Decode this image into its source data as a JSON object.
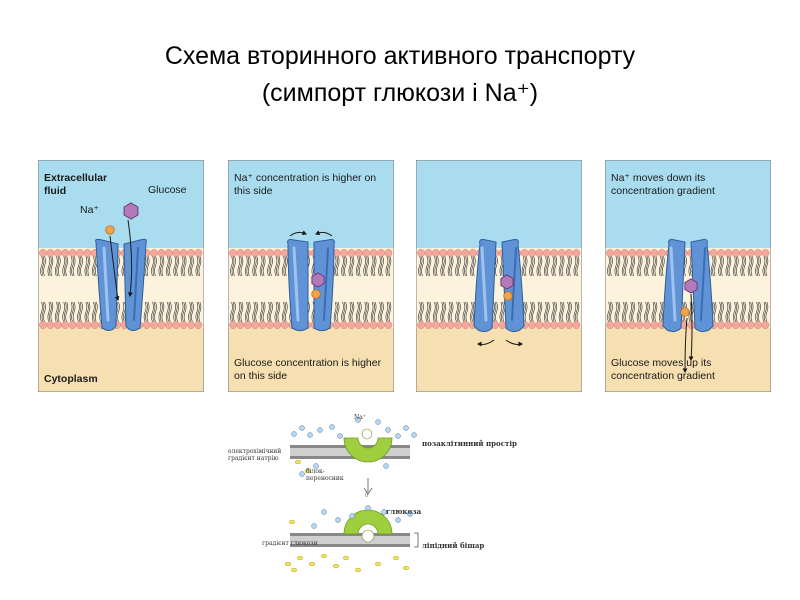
{
  "title": {
    "line1": "Схема вторинного активного транспорту",
    "line2": "(симпорт глюкози і Na⁺)"
  },
  "panels": [
    {
      "label_extracellular": "Extracellular fluid",
      "label_na": "Na⁺",
      "label_glucose": "Glucose",
      "label_cytoplasm": "Cytoplasm"
    },
    {
      "top_text": "Na⁺ concentration is higher on this side",
      "bottom_text": "Glucose concentration is higher on this side"
    },
    {},
    {
      "top_text": "Na⁺  moves down its concentration gradient",
      "bottom_text": "Glucose moves up its concentration gradient"
    }
  ],
  "lower_diagram": {
    "na_label": "Na⁺",
    "extracellular_label": "позаклітинний простір",
    "electrochemical_label": "електрохімічний градієнт натрію",
    "carrier_label": "білок-переносник",
    "glucose_label": "глюкоза",
    "glucose_gradient_label": "градієнт глюкози",
    "bilayer_label": "ліпідний бішар",
    "arrow_symbol": "⇩"
  },
  "colors": {
    "extracellular": "#a9dcef",
    "cytoplasm": "#f6dfb0",
    "lipid_head": "#f1a99e",
    "protein": "#5f93d6",
    "glucose": "#b27ab8",
    "sodium": "#f0a34a",
    "carrier_green": "#9fcf3e"
  }
}
